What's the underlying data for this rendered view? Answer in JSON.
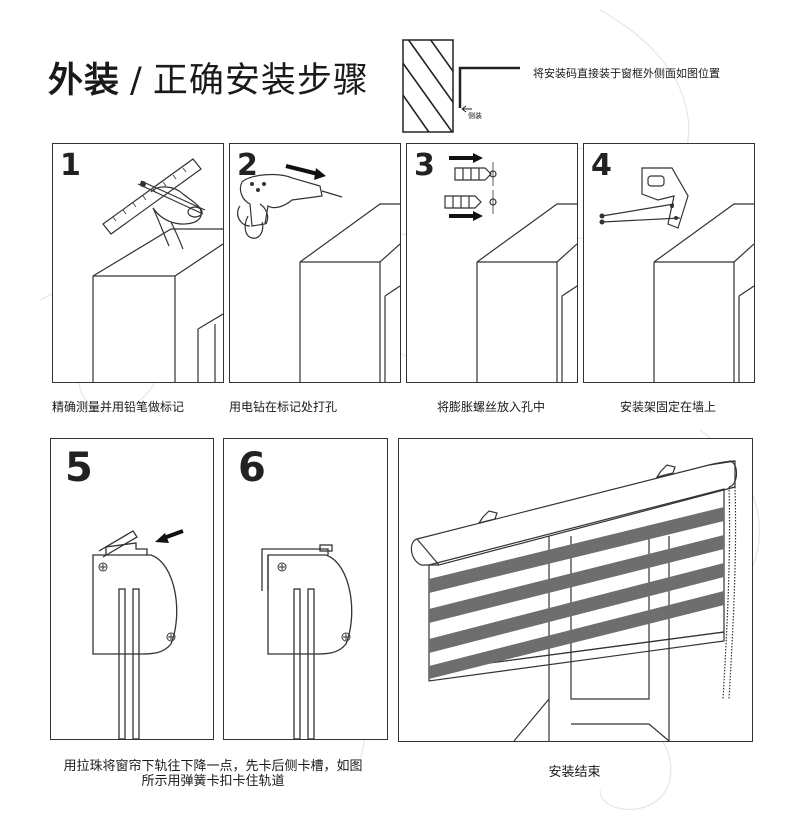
{
  "header": {
    "title_bold": "外装",
    "separator": "/",
    "title_rest": "正确安装步骤",
    "note": "将安装码直接装于窗框外侧面如图位置",
    "side_label": "侧装"
  },
  "steps": [
    {
      "number": "1",
      "caption": "精确测量并用铅笔做标记"
    },
    {
      "number": "2",
      "caption": "用电钻在标记处打孔"
    },
    {
      "number": "3",
      "caption": "将膨胀螺丝放入孔中"
    },
    {
      "number": "4",
      "caption": "安装架固定在墙上"
    },
    {
      "number": "5",
      "caption": "用拉珠将窗帘下轨往下降一点，先卡后侧卡槽，如图所示用弹簧卡扣卡住轨道"
    },
    {
      "number": "6",
      "caption": ""
    },
    {
      "number": "",
      "caption": "安装结束"
    }
  ],
  "colors": {
    "line": "#333333",
    "stripe": "#6e6e6e",
    "text": "#1a1a1a"
  }
}
